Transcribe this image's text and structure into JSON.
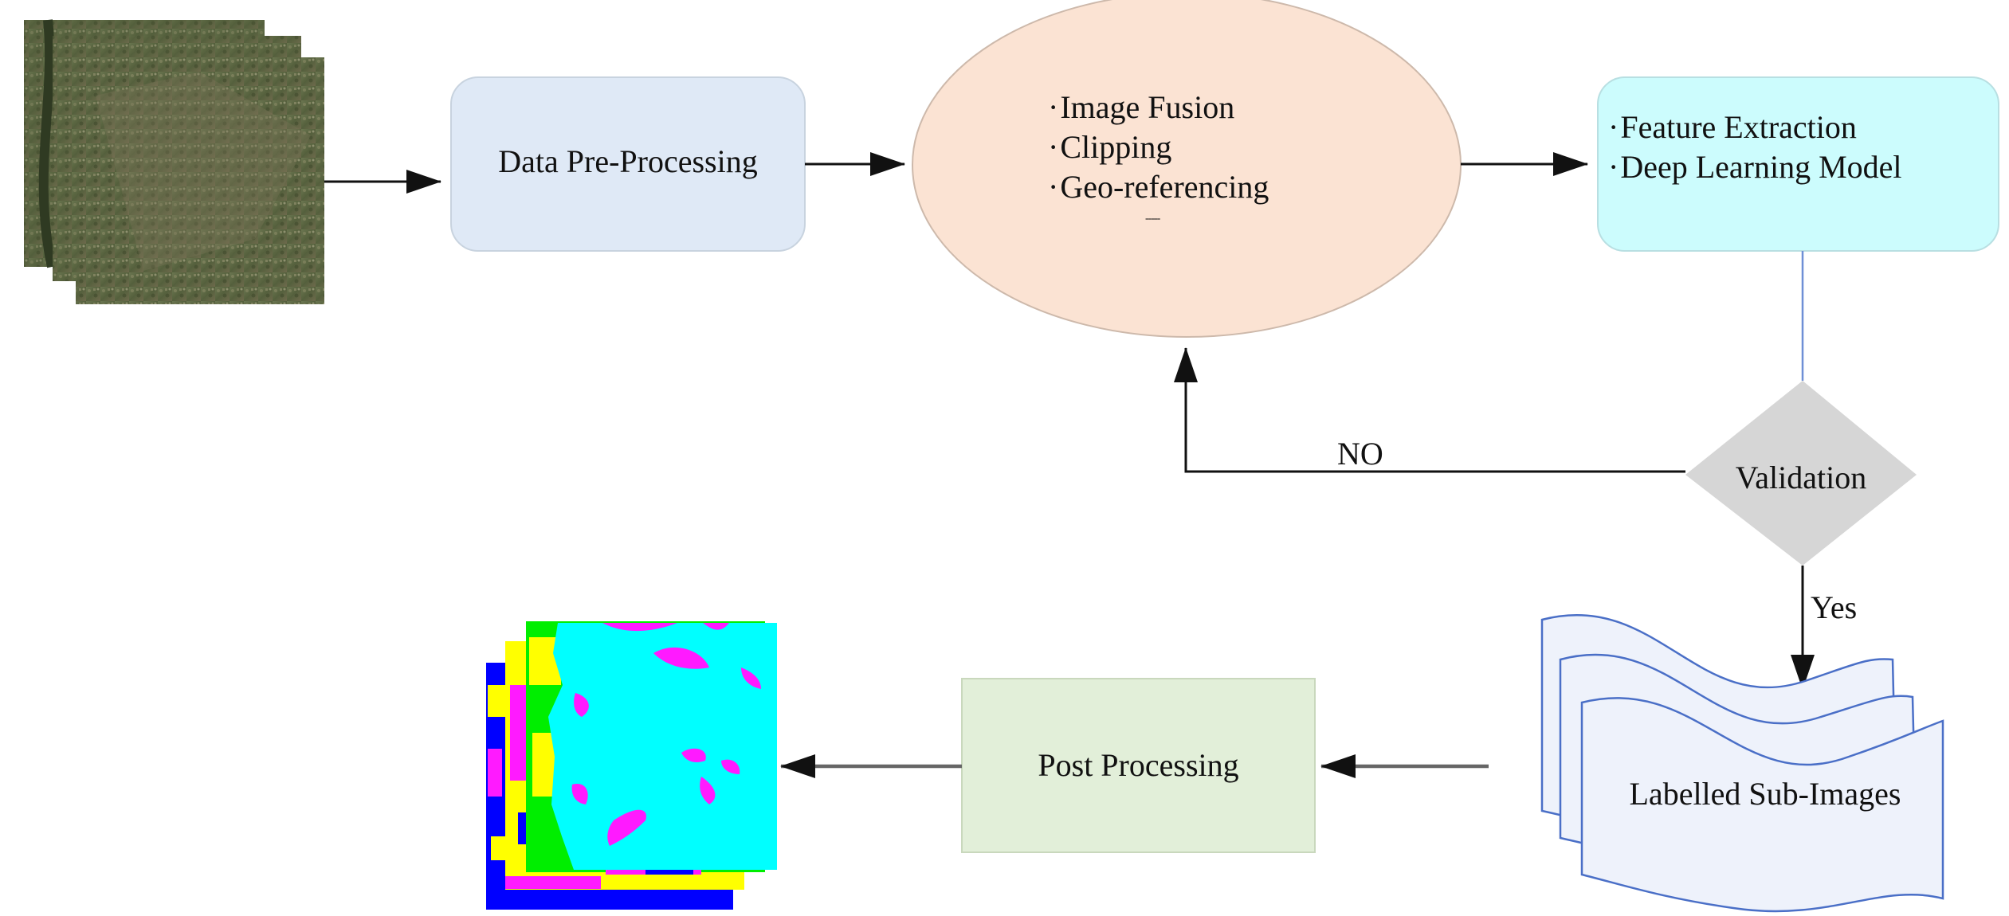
{
  "nodes": {
    "preprocess": {
      "label": "Data Pre-Processing",
      "fill": "#dfe9f6"
    },
    "fusion": {
      "items": [
        "Image Fusion",
        "Clipping",
        "Geo-referencing"
      ],
      "ellipsis": "-----",
      "fill": "#fbe3d3"
    },
    "features": {
      "items": [
        "Feature Extraction",
        "Deep Learning Model"
      ],
      "fill": "#ccfcfd"
    },
    "validation": {
      "label": "Validation",
      "fill": "#d6d6d6"
    },
    "labelled": {
      "label": "Labelled Sub-Images",
      "fill": "#eef2fb",
      "stroke": "#4a6fc7"
    },
    "postprocess": {
      "label": "Post Processing",
      "fill": "#e2efd9"
    }
  },
  "edges": {
    "no_label": "NO",
    "yes_label": "Yes"
  },
  "colors": {
    "arrow": "#111111",
    "gray_arrow": "#666666",
    "connector_blue": "#6f8fd6",
    "satellite_base": "#5b6a42",
    "class_cyan": "#00ffff",
    "class_magenta": "#ff1aff",
    "class_yellow": "#ffff00",
    "class_green": "#00ee00",
    "class_blue": "#0000ff"
  }
}
